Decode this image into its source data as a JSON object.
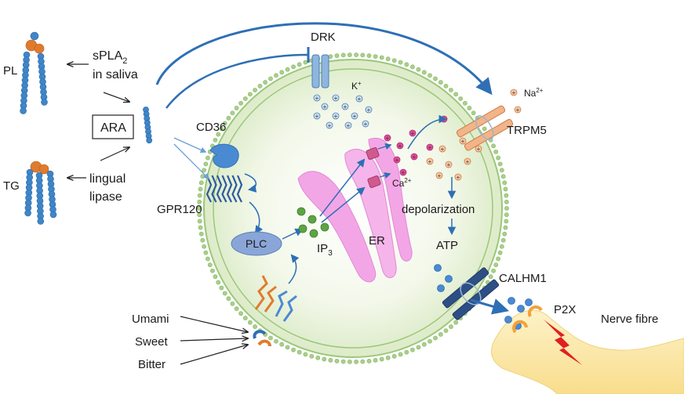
{
  "labels": {
    "pl": "PL",
    "tg": "TG",
    "spla2": "sPLA",
    "spla2_sub": "2",
    "in_saliva": "in saliva",
    "ara": "ARA",
    "lingual": "lingual",
    "lipase": "lipase",
    "drk": "DRK",
    "k_ion": "K",
    "k_sup": "+",
    "na_ion": "Na",
    "na_sup": "2+",
    "trpm5": "TRPM5",
    "cd36": "CD36",
    "gpr120": "GPR120",
    "ca_ion": "Ca",
    "ca_sup": "2+",
    "depolarization": "depolarization",
    "plc": "PLC",
    "ip3": "IP",
    "ip3_sub": "3",
    "er": "ER",
    "atp": "ATP",
    "calhm1": "CALHM1",
    "p2x": "P2X",
    "nerve_fibre": "Nerve fibre",
    "umami": "Umami",
    "sweet": "Sweet",
    "bitter": "Bitter"
  },
  "colors": {
    "cell_fill": "#e8f3dc",
    "membrane": "#9cc77a",
    "blue_arrow": "#2e6fb5",
    "lipid_bead": "#3f86c9",
    "lipid_head": "#e07b2d",
    "er": "#f3a6e6",
    "ip3_dot": "#5da444",
    "plc": "#8aa6d8",
    "nerve": "#fbe7a6",
    "bolt": "#e02020",
    "trpm5": "#f2b48a"
  }
}
